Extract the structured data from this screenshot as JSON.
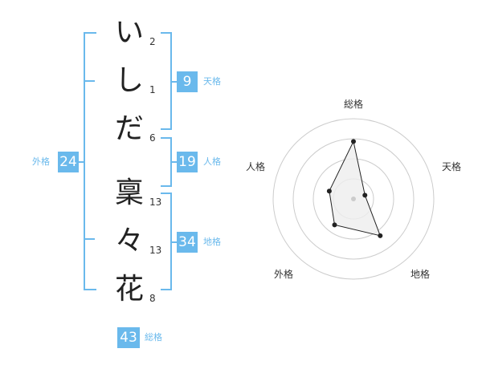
{
  "name": {
    "chars": [
      {
        "char": "い",
        "strokes": "2"
      },
      {
        "char": "し",
        "strokes": "1"
      },
      {
        "char": "だ",
        "strokes": "6"
      },
      {
        "char": "稟",
        "strokes": "13"
      },
      {
        "char": "々",
        "strokes": "13"
      },
      {
        "char": "花",
        "strokes": "8"
      }
    ]
  },
  "fortune": {
    "tenkaku": {
      "value": "9",
      "label": "天格"
    },
    "jinkaku": {
      "value": "19",
      "label": "人格"
    },
    "chikaku": {
      "value": "34",
      "label": "地格"
    },
    "gaikaku": {
      "value": "24",
      "label": "外格"
    },
    "soukaku": {
      "value": "43",
      "label": "総格"
    }
  },
  "radar": {
    "labels": {
      "top": "総格",
      "right": "天格",
      "bottom_right": "地格",
      "bottom_left": "外格",
      "left": "人格"
    },
    "values": {
      "soukaku": 43,
      "tenkaku": 9,
      "chikaku": 34,
      "gaikaku": 24,
      "jinkaku": 19
    },
    "colors": {
      "ring": "#cccccc",
      "fill": "#eeeeee",
      "line": "#222222"
    }
  },
  "colors": {
    "accent": "#6ab9ec"
  }
}
